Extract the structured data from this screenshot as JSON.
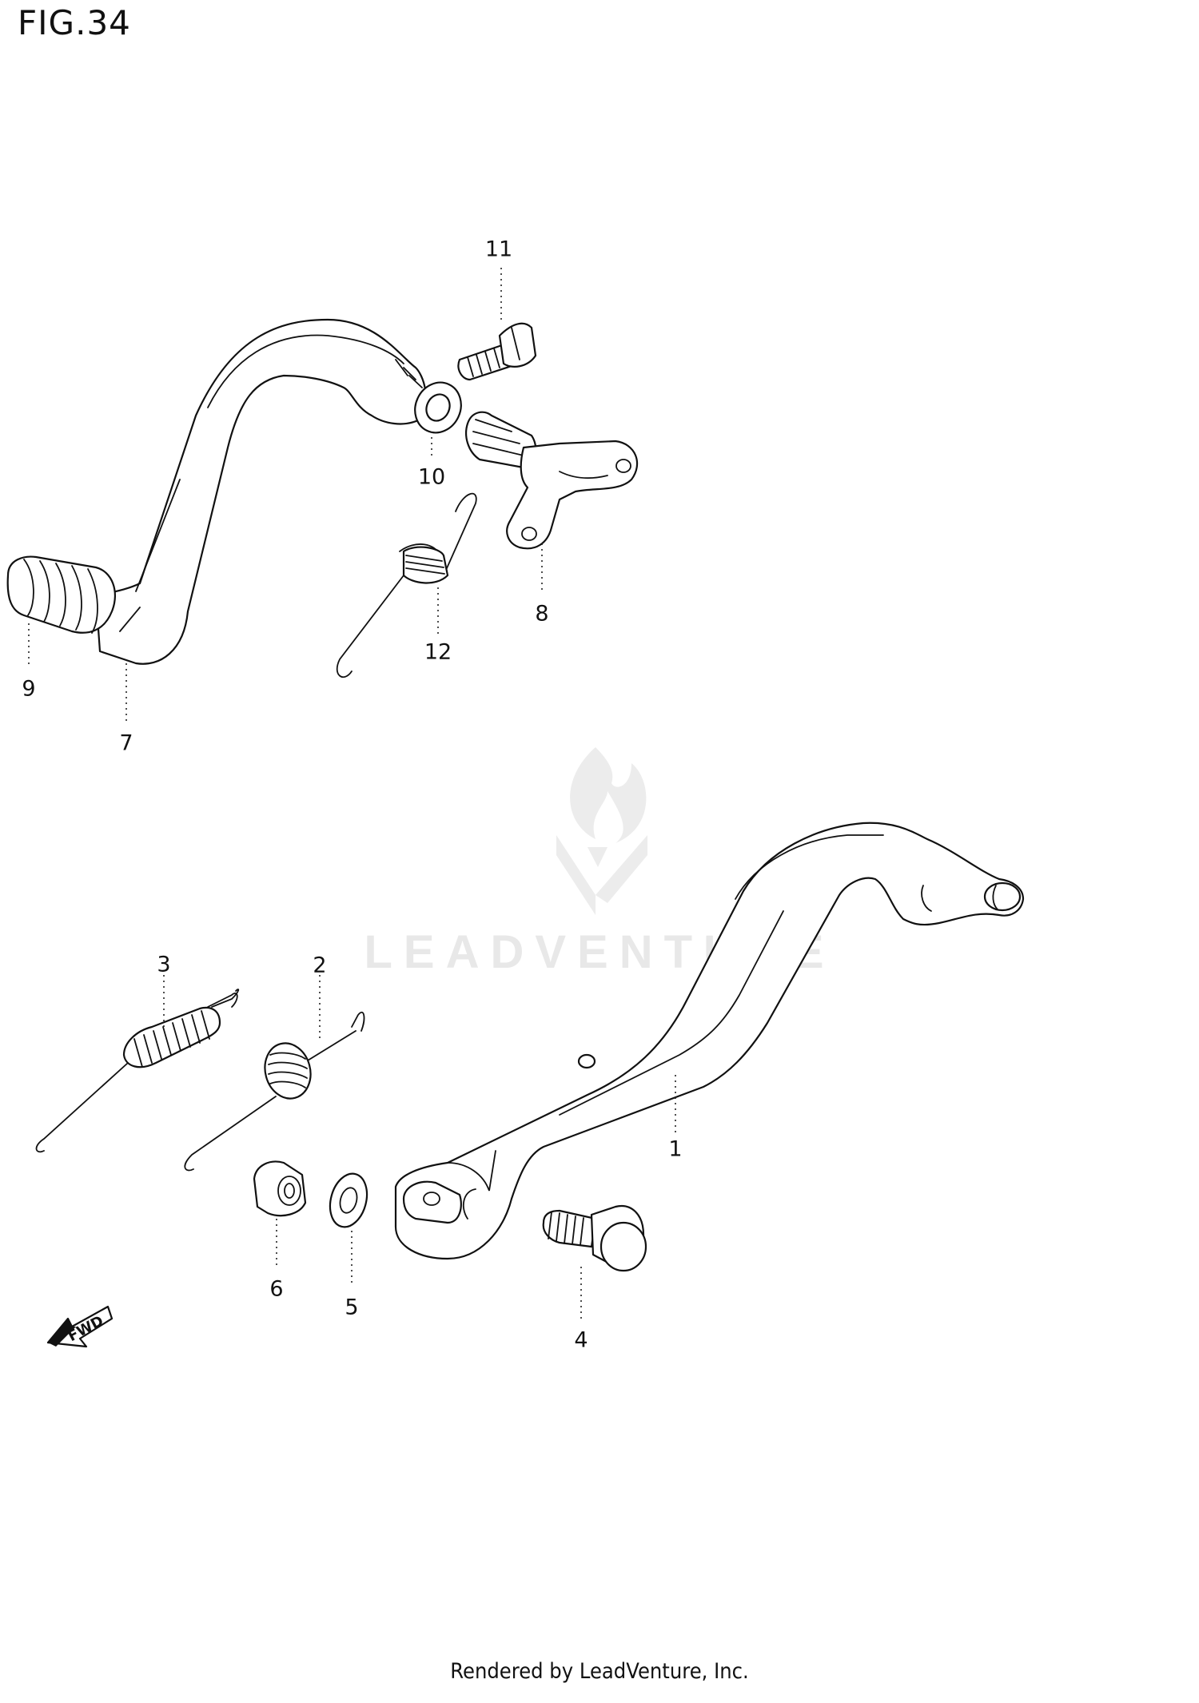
{
  "figure": {
    "title": "FIG.34"
  },
  "footer": {
    "text": "Rendered by LeadVenture, Inc."
  },
  "watermark": {
    "text": "LEADVENTURE"
  },
  "direction_marker": {
    "text": "FWD"
  },
  "callouts": [
    {
      "id": "1",
      "label": "1"
    },
    {
      "id": "2",
      "label": "2"
    },
    {
      "id": "3",
      "label": "3"
    },
    {
      "id": "4",
      "label": "4"
    },
    {
      "id": "5",
      "label": "5"
    },
    {
      "id": "6",
      "label": "6"
    },
    {
      "id": "7",
      "label": "7"
    },
    {
      "id": "8",
      "label": "8"
    },
    {
      "id": "9",
      "label": "9"
    },
    {
      "id": "10",
      "label": "10"
    },
    {
      "id": "11",
      "label": "11"
    },
    {
      "id": "12",
      "label": "12"
    }
  ]
}
